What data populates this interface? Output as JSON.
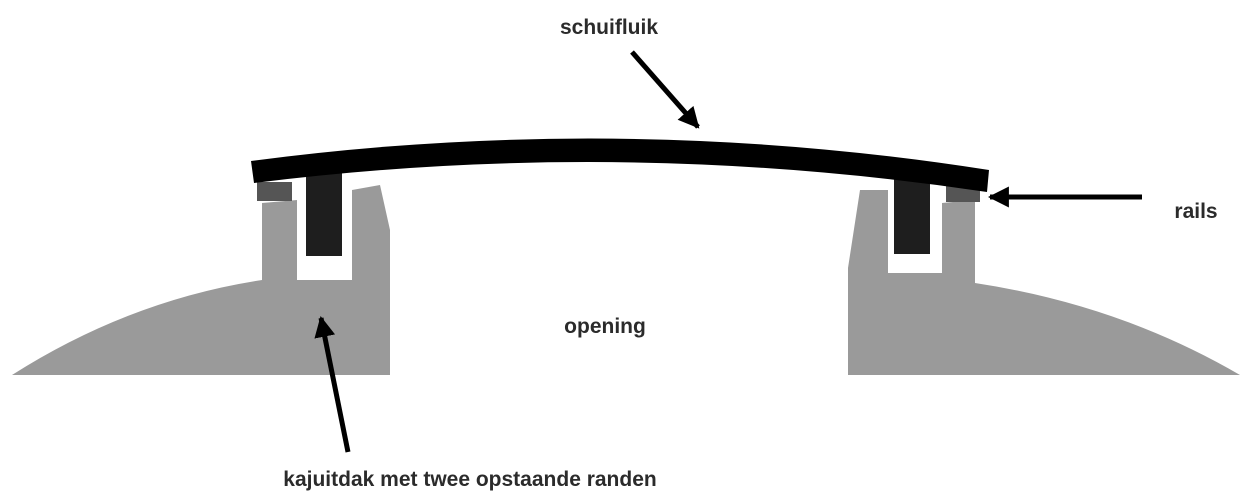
{
  "diagram": {
    "labels": {
      "hatch": "schuifluik",
      "rails": "rails",
      "opening": "opening",
      "roof": "kajuitdak met twee opstaande randen"
    },
    "colors": {
      "background": "#ffffff",
      "roof": "#9a9a9a",
      "hatch": "#000000",
      "runner": "#1e1e1e",
      "rail": "#555555",
      "arrow": "#000000",
      "text": "#2b2b2b"
    }
  }
}
